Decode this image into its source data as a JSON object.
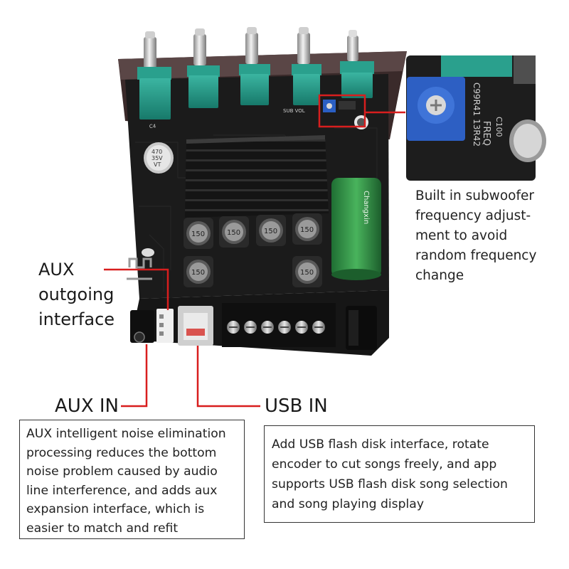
{
  "labels": {
    "aux_out": [
      "AUX",
      "outgoing",
      "interface"
    ],
    "aux_in": "AUX IN",
    "usb_in": "USB IN"
  },
  "notes": {
    "freq": [
      "Built in subwoofer",
      "frequency adjust-",
      "ment to avoid",
      "random frequency",
      "change"
    ],
    "aux_box": [
      "AUX intelligent noise elimination",
      "processing reduces the bottom",
      "noise problem caused by audio",
      "line interference, and adds aux",
      "expansion interface, which is",
      "easier to match and refit"
    ],
    "usb_box": [
      "Add USB flash disk interface, rotate",
      "encoder to cut songs freely, and app",
      "supports USB flash disk song selection",
      "and song playing display"
    ]
  },
  "board_text": {
    "capacitor_small": [
      "470",
      "35V",
      "VT"
    ],
    "inductor": "150",
    "capacitor_big": "Changxin",
    "silk_freq": "FREQ",
    "silk_c100": "C100",
    "silk_codes": "C99R41 13R42",
    "silk_vol": "SUB VOL"
  },
  "colors": {
    "accent_red": "#d81e1e",
    "board": "#1b1b1b",
    "pot_teal": "#1f8f7f",
    "cap_green": "#2e8a3e"
  },
  "icons": [
    "knob-icon",
    "bluetooth-antenna-icon",
    "potentiometer-icon",
    "screw-terminal-icon",
    "usb-port-icon",
    "audio-jack-icon",
    "dc-jack-icon"
  ]
}
